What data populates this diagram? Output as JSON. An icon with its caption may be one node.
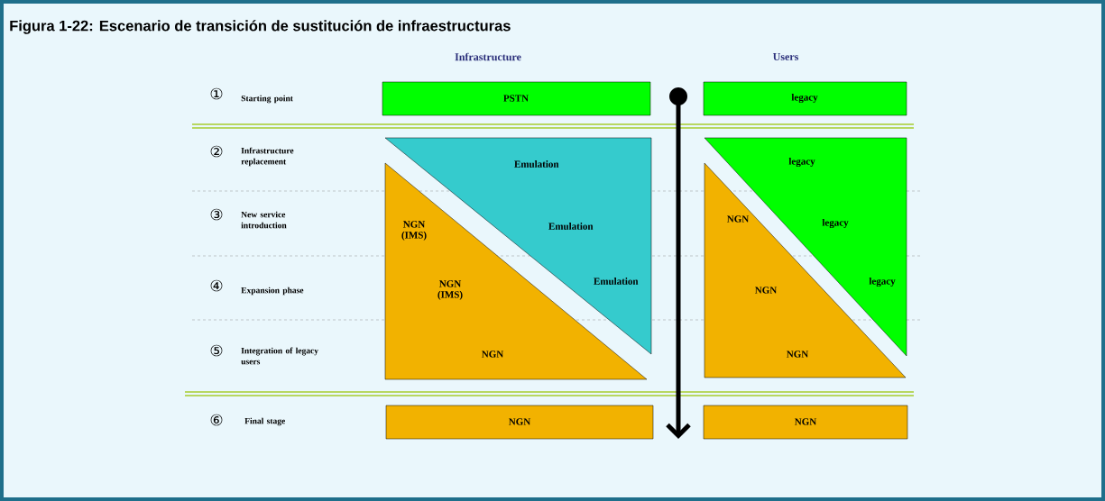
{
  "diagram": {
    "title": "Figura 1-22: Escenario de transición de sustitución de infraestructuras",
    "nodes": [
      {
        "text": [
          "PSTN"
        ]
      },
      {
        "text": [
          "legacy"
        ]
      },
      {
        "text": [
          "Emulation",
          "Emulation",
          "Emulation"
        ]
      },
      {
        "text": [
          "NGN (IMS)",
          "NGN (IMS)",
          "NGN"
        ]
      },
      {
        "text": [
          "legacy",
          "legacy",
          "legacy"
        ]
      },
      {
        "text": [
          "NGN",
          "NGN",
          "NGN"
        ]
      },
      {
        "text": [
          "NGN"
        ]
      },
      {
        "text": [
          "NGN"
        ]
      }
    ],
    "edges": [],
    "labels": [
      "Infrastructure",
      "Users",
      "①",
      "Starting point",
      "②",
      "Infrastructure replacement",
      "③",
      "New service introduction",
      "④",
      "Expansion phase",
      "⑤",
      "Integration of legacy users",
      "⑥",
      "Final stage"
    ]
  }
}
